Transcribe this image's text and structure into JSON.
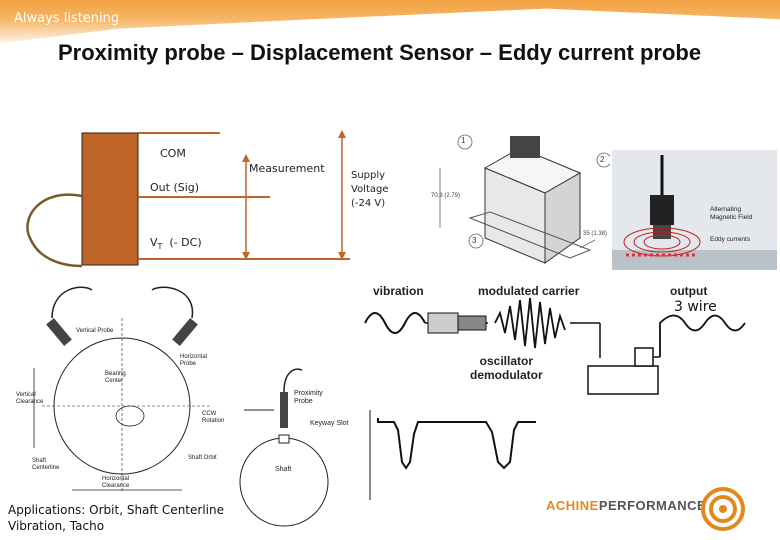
{
  "header": {
    "tagline": "Always listening"
  },
  "slide": {
    "title": "Proximity probe – Displacement Sensor – Eddy current probe"
  },
  "wiring": {
    "com": "COM",
    "out_sig": "Out  (Sig)",
    "vt": "V",
    "vt_sub": "T",
    "vt_dc": "(- DC)",
    "measurement": "Measurement",
    "supply": [
      "Supply",
      "Voltage",
      "(-24 V)"
    ]
  },
  "driver_drawing": {
    "callouts": [
      "1",
      "2",
      "3"
    ],
    "dims": [
      "70.8 (2.79)",
      "35 (1.38)"
    ]
  },
  "eddy_figure": {
    "labels": [
      "Alternating",
      "Magnetic Field",
      "Eddy currents"
    ]
  },
  "signal_figure": {
    "vibration": "vibration",
    "modulated": "modulated carrier",
    "output": "output",
    "osc": [
      "oscillator",
      "demodulator"
    ],
    "three_wire": "3 wire"
  },
  "orbit_figure": {
    "labels": [
      "Vertical Probe",
      "Horizontal Probe",
      "Bearing Center",
      "Vertical Clearance",
      "CCW Rotation",
      "Shaft Orbit",
      "Shaft Centerline",
      "Horizontal Clearance"
    ]
  },
  "keyphasor_figure": {
    "labels": [
      "Proximity Probe",
      "Keyway Slot",
      "Shaft"
    ]
  },
  "applications": [
    "Applications: Orbit, Shaft Centerline",
    "Vibration, Tacho"
  ],
  "logo": {
    "text_a": "ACHINE",
    "text_b": "PERFORMANCE"
  },
  "colors": {
    "banner": "#f6b666",
    "probe_body": "#c0652a",
    "wire": "#7a5a2a",
    "logo_orange": "#e08a1e",
    "logo_gray": "#555555"
  }
}
